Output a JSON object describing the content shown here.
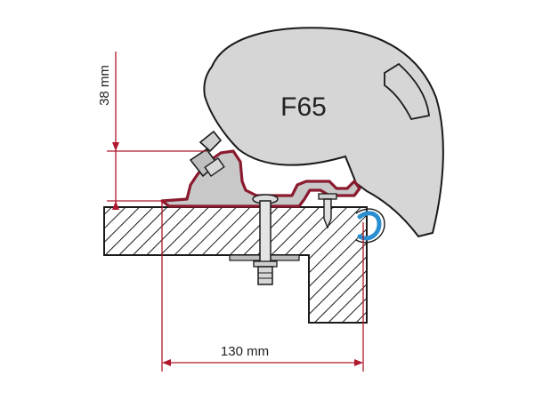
{
  "product": {
    "model": "F65"
  },
  "dimensions": {
    "vertical": "38 mm",
    "horizontal": "130 mm"
  },
  "colors": {
    "awning_fill": "#d6d6d6",
    "outline": "#1a1a1a",
    "dimension_line": "#b0182c",
    "rail": "#8a1a2e",
    "clip": "#2a8fd0",
    "hatch": "#1a1a1a"
  }
}
